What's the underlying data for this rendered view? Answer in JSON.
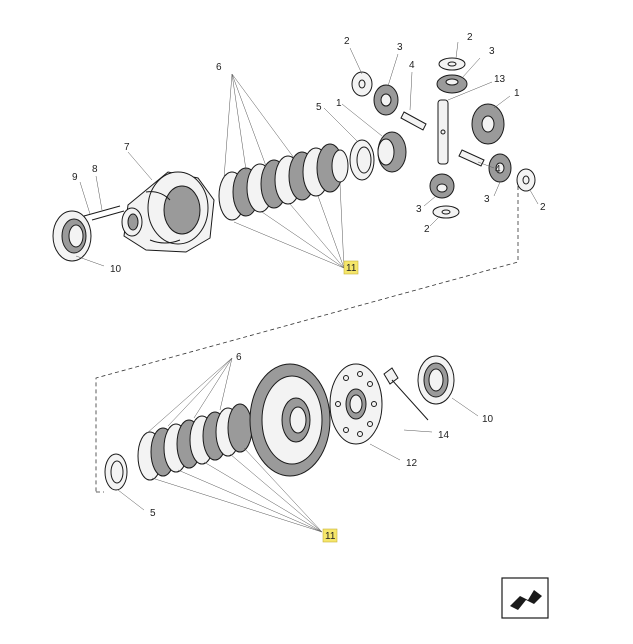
{
  "callouts": {
    "c2a": "2",
    "c3a": "3",
    "c4a": "4",
    "c2b": "2",
    "c3b": "3",
    "c13": "13",
    "c5a": "5",
    "c1a": "1",
    "c1b": "1",
    "c6a": "6",
    "c7": "7",
    "c8": "8",
    "c9": "9",
    "c10a": "10",
    "c11a": "11",
    "c3c": "3",
    "c2c": "2",
    "c4b": "4",
    "c3d": "3",
    "c2d": "2",
    "c6b": "6",
    "c5b": "5",
    "c11b": "11",
    "c14": "14",
    "c10b": "10",
    "c12": "12"
  },
  "nav_icon": "next-page-arrow-icon"
}
